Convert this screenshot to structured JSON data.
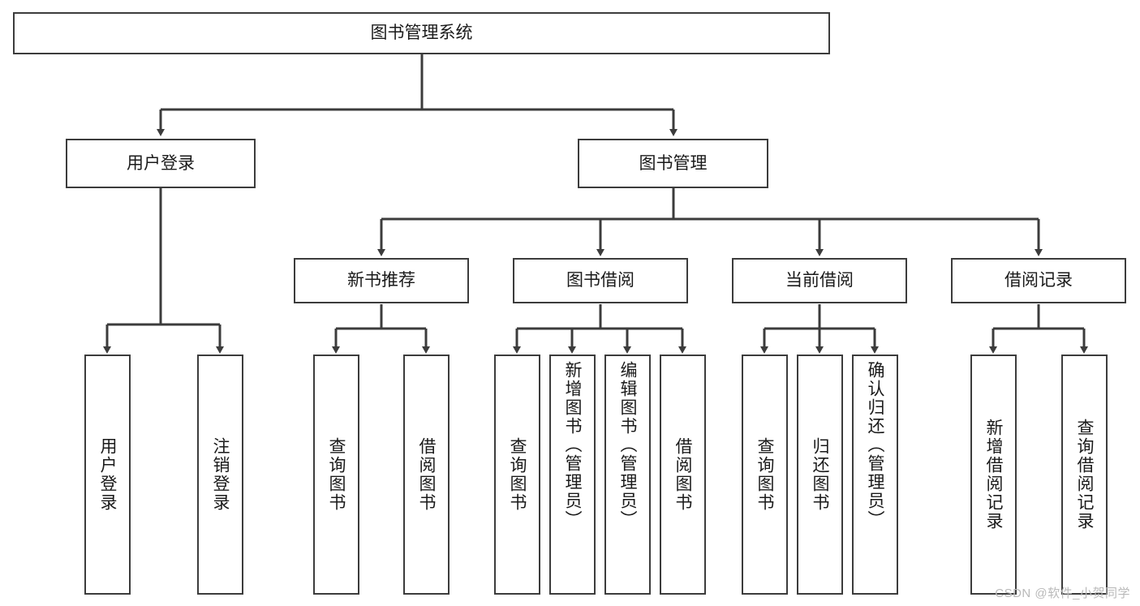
{
  "diagram": {
    "title": "图书管理系统",
    "type": "hierarchy-tree",
    "line_color": "#3c3c3c",
    "box_fill": "#ffffff",
    "text_color": "#1a1a1a",
    "levels": 4,
    "root": {
      "label": "图书管理系统"
    },
    "level2": [
      {
        "label": "用户登录"
      },
      {
        "label": "图书管理"
      }
    ],
    "level3": [
      {
        "label": "新书推荐"
      },
      {
        "label": "图书借阅"
      },
      {
        "label": "当前借阅"
      },
      {
        "label": "借阅记录"
      }
    ],
    "leaves": {
      "user_login": [
        {
          "label": "用户登录"
        },
        {
          "label": "注销登录"
        }
      ],
      "new_book_recommend": [
        {
          "label": "查询图书"
        },
        {
          "label": "借阅图书"
        }
      ],
      "book_borrow": [
        {
          "label": "查询图书"
        },
        {
          "label": "新增图书（管理员）"
        },
        {
          "label": "编辑图书（管理员）"
        },
        {
          "label": "借阅图书"
        }
      ],
      "current_borrow": [
        {
          "label": "查询图书"
        },
        {
          "label": "归还图书"
        },
        {
          "label": "确认归还（管理员）"
        }
      ],
      "borrow_record": [
        {
          "label": "新增借阅记录"
        },
        {
          "label": "查询借阅记录"
        }
      ]
    }
  },
  "watermark": {
    "text": "CSDN @软件_小贺同学",
    "color": "#b9b9b9"
  }
}
